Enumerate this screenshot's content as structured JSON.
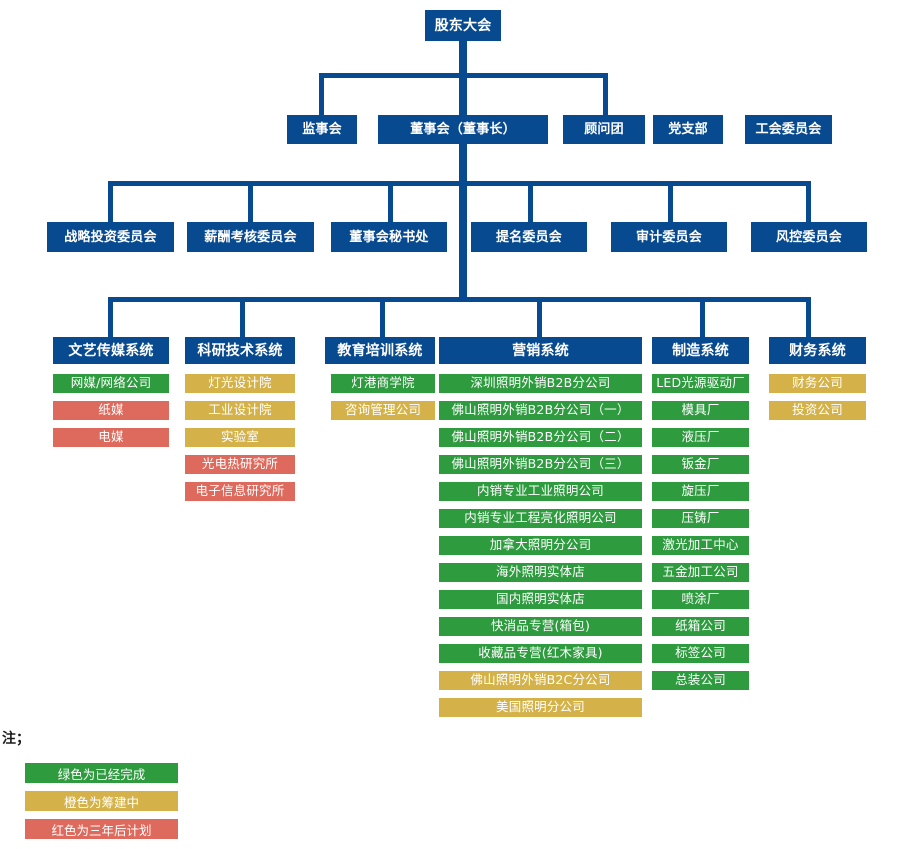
{
  "colors": {
    "blue": "#084a8f",
    "green": "#2e9b3f",
    "orange": "#d4b249",
    "red": "#dd6a5c",
    "line": "#084a8f",
    "background": "#ffffff"
  },
  "root": {
    "label": "股东大会"
  },
  "level2": [
    {
      "label": "监事会"
    },
    {
      "label": "董事会（董事长）"
    },
    {
      "label": "顾问团"
    },
    {
      "label": "党支部"
    },
    {
      "label": "工会委员会"
    }
  ],
  "level3": [
    {
      "label": "战略投资委员会"
    },
    {
      "label": "薪酬考核委员会"
    },
    {
      "label": "董事会秘书处"
    },
    {
      "label": "提名委员会"
    },
    {
      "label": "审计委员会"
    },
    {
      "label": "风控委员会"
    }
  ],
  "systems": [
    {
      "header": "文艺传媒系统",
      "items": [
        {
          "label": "网媒/网络公司",
          "status": "green"
        },
        {
          "label": "纸媒",
          "status": "red"
        },
        {
          "label": "电媒",
          "status": "red"
        }
      ]
    },
    {
      "header": "科研技术系统",
      "items": [
        {
          "label": "灯光设计院",
          "status": "orange"
        },
        {
          "label": "工业设计院",
          "status": "orange"
        },
        {
          "label": "实验室",
          "status": "orange"
        },
        {
          "label": "光电热研究所",
          "status": "red"
        },
        {
          "label": "电子信息研究所",
          "status": "red"
        }
      ]
    },
    {
      "header": "教育培训系统",
      "items": [
        {
          "label": "灯港商学院",
          "status": "green"
        },
        {
          "label": "咨询管理公司",
          "status": "orange"
        }
      ]
    },
    {
      "header": "营销系统",
      "items": [
        {
          "label": "深圳照明外销B2B分公司",
          "status": "green"
        },
        {
          "label": "佛山照明外销B2B分公司（一）",
          "status": "green"
        },
        {
          "label": "佛山照明外销B2B分公司（二）",
          "status": "green"
        },
        {
          "label": "佛山照明外销B2B分公司（三）",
          "status": "green"
        },
        {
          "label": "内销专业工业照明公司",
          "status": "green"
        },
        {
          "label": "内销专业工程亮化照明公司",
          "status": "green"
        },
        {
          "label": "加拿大照明分公司",
          "status": "green"
        },
        {
          "label": "海外照明实体店",
          "status": "green"
        },
        {
          "label": "国内照明实体店",
          "status": "green"
        },
        {
          "label": "快消品专营(箱包)",
          "status": "green"
        },
        {
          "label": "收藏品专营(红木家具)",
          "status": "green"
        },
        {
          "label": "佛山照明外销B2C分公司",
          "status": "orange"
        },
        {
          "label": "美国照明分公司",
          "status": "orange"
        }
      ]
    },
    {
      "header": "制造系统",
      "items": [
        {
          "label": "LED光源驱动厂",
          "status": "green"
        },
        {
          "label": "模具厂",
          "status": "green"
        },
        {
          "label": "液压厂",
          "status": "green"
        },
        {
          "label": "钣金厂",
          "status": "green"
        },
        {
          "label": "旋压厂",
          "status": "green"
        },
        {
          "label": "压铸厂",
          "status": "green"
        },
        {
          "label": "激光加工中心",
          "status": "green"
        },
        {
          "label": "五金加工公司",
          "status": "green"
        },
        {
          "label": "喷涂厂",
          "status": "green"
        },
        {
          "label": "纸箱公司",
          "status": "green"
        },
        {
          "label": "标签公司",
          "status": "green"
        },
        {
          "label": "总装公司",
          "status": "green"
        }
      ]
    },
    {
      "header": "财务系统",
      "items": [
        {
          "label": "财务公司",
          "status": "orange"
        },
        {
          "label": "投资公司",
          "status": "orange"
        }
      ]
    }
  ],
  "legend": {
    "title": "注；",
    "items": [
      {
        "label": "绿色为已经完成",
        "status": "green"
      },
      {
        "label": "橙色为筹建中",
        "status": "orange"
      },
      {
        "label": "红色为三年后计划",
        "status": "red"
      }
    ]
  }
}
